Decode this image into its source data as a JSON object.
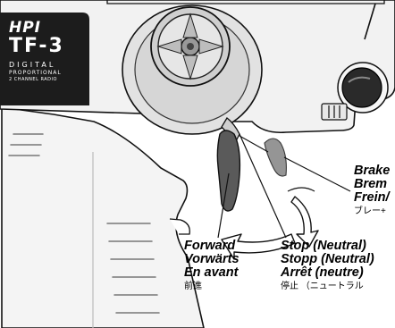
{
  "logo": {
    "brand": "HPI",
    "model": "TF-3",
    "line1": "DIGITAL",
    "line2": "PROPORTIONAL",
    "line3": "2 CHANNEL RADIO"
  },
  "labels": {
    "brake": {
      "en": "Brake",
      "de": "Brem",
      "fr": "Frein/",
      "ja": "ブレー+"
    },
    "forward": {
      "en": "Forward",
      "de": "Vorwärts",
      "fr": "En avant",
      "ja": "前進"
    },
    "stop": {
      "en": "Stop (Neutral)",
      "de": "Stopp (Neutral)",
      "fr": "Arrêt (neutre)",
      "ja": "停止 （ニュートラル"
    }
  }
}
